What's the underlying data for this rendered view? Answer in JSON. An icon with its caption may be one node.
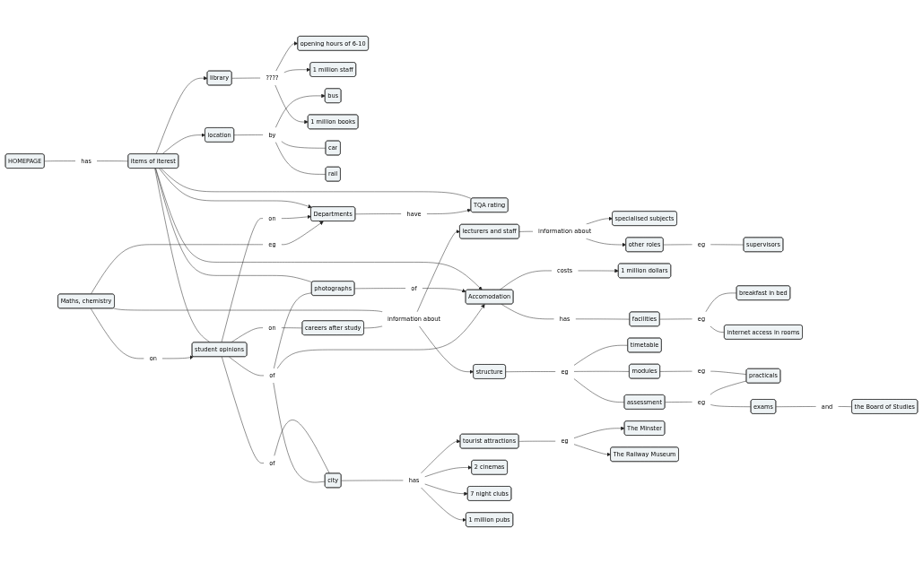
{
  "diagram": {
    "nodes": [
      {
        "text": [
          "specialised subjects"
        ]
      },
      {
        "text": [
          "opening hours of 6-10"
        ]
      },
      {
        "text": [
          "1 million staff"
        ]
      },
      {
        "text": [
          "bus"
        ]
      },
      {
        "text": [
          "1 million books"
        ]
      },
      {
        "text": [
          "other roles"
        ]
      },
      {
        "text": [
          "HOMEPAGE"
        ]
      },
      {
        "text": [
          "library"
        ]
      },
      {
        "text": [
          "car"
        ]
      },
      {
        "text": [
          "1 million dollars"
        ]
      },
      {
        "text": [
          "TQA rating"
        ]
      },
      {
        "text": [
          "location"
        ]
      },
      {
        "text": [
          "lecturers and staff"
        ]
      },
      {
        "text": [
          "supervisors"
        ]
      },
      {
        "text": [
          "items of iterest"
        ]
      },
      {
        "text": [
          "rail"
        ]
      },
      {
        "text": [
          "structure"
        ]
      },
      {
        "text": [
          "Departments"
        ]
      },
      {
        "text": [
          "photographs"
        ]
      },
      {
        "text": [
          "Accomodation"
        ]
      },
      {
        "text": [
          "student opinions"
        ]
      },
      {
        "text": [
          "facilities"
        ]
      },
      {
        "text": [
          "timetable"
        ]
      },
      {
        "text": [
          "assessment"
        ]
      },
      {
        "text": [
          "modules"
        ]
      },
      {
        "text": [
          "breakfast in bed"
        ]
      },
      {
        "text": [
          "internet access in rooms"
        ]
      },
      {
        "text": [
          "Maths, chemistry"
        ]
      },
      {
        "text": [
          "The Minster"
        ]
      },
      {
        "text": [
          "practicals"
        ]
      },
      {
        "text": [
          "exams"
        ]
      },
      {
        "text": [
          "The Railway Museum"
        ]
      },
      {
        "text": [
          "city"
        ]
      },
      {
        "text": [
          "tourist attractions"
        ]
      },
      {
        "text": [
          "2 cinemas"
        ]
      },
      {
        "text": [
          "the Board of Studies"
        ]
      },
      {
        "text": [
          "careers after study"
        ]
      },
      {
        "text": [
          "7 night clubs"
        ]
      },
      {
        "text": [
          "1 million pubs"
        ]
      },
      {
        "text": [
          "information about"
        ]
      },
      {
        "text": [
          "eg"
        ]
      },
      {
        "text": [
          "????"
        ]
      },
      {
        "text": [
          "by"
        ]
      },
      {
        "text": [
          "has"
        ]
      },
      {
        "text": [
          "have"
        ]
      },
      {
        "text": [
          "costs"
        ]
      },
      {
        "text": [
          "on"
        ]
      },
      {
        "text": [
          "of"
        ]
      },
      {
        "text": [
          "has"
        ]
      },
      {
        "text": [
          "eg"
        ]
      },
      {
        "text": [
          "information about"
        ]
      },
      {
        "text": [
          "eg"
        ]
      },
      {
        "text": [
          "on"
        ]
      },
      {
        "text": [
          "eg"
        ]
      },
      {
        "text": [
          "of"
        ]
      },
      {
        "text": [
          "on"
        ]
      },
      {
        "text": [
          "of"
        ]
      },
      {
        "text": [
          "eg"
        ]
      },
      {
        "text": [
          "eg"
        ]
      },
      {
        "text": [
          "eg"
        ]
      },
      {
        "text": [
          "and"
        ]
      },
      {
        "text": [
          "has"
        ]
      }
    ],
    "edges": [
      {
        "from": 12,
        "to": 39,
        "arrow": "none"
      },
      {
        "from": 39,
        "to": 0,
        "arrow": "to"
      },
      {
        "from": 39,
        "to": 5,
        "arrow": "to"
      },
      {
        "from": 5,
        "to": 40,
        "arrow": "none"
      },
      {
        "from": 40,
        "to": 13,
        "arrow": "none"
      },
      {
        "from": 7,
        "to": 41,
        "arrow": "none"
      },
      {
        "from": 41,
        "to": 1,
        "arrow": "to"
      },
      {
        "from": 41,
        "to": 2,
        "arrow": "to"
      },
      {
        "from": 41,
        "to": 4,
        "arrow": "to"
      },
      {
        "from": 11,
        "to": 42,
        "arrow": "none"
      },
      {
        "from": 42,
        "to": 3,
        "arrow": "to"
      },
      {
        "from": 42,
        "to": 8,
        "arrow": "none"
      },
      {
        "from": 42,
        "to": 15,
        "arrow": "none"
      },
      {
        "from": 6,
        "to": 43,
        "arrow": "none"
      },
      {
        "from": 43,
        "to": 14,
        "arrow": "none"
      },
      {
        "from": 14,
        "to": 10,
        "arrow": "none"
      },
      {
        "from": 14,
        "to": 7,
        "arrow": "to"
      },
      {
        "from": 14,
        "to": 11,
        "arrow": "to"
      },
      {
        "from": 14,
        "to": 17,
        "arrow": "to"
      },
      {
        "from": 14,
        "to": 19,
        "arrow": "to"
      },
      {
        "from": 14,
        "to": 18,
        "arrow": "none"
      },
      {
        "from": 14,
        "to": 20,
        "arrow": "none"
      },
      {
        "from": 17,
        "to": 44,
        "arrow": "none"
      },
      {
        "from": 44,
        "to": 10,
        "arrow": "to"
      },
      {
        "from": 19,
        "to": 45,
        "arrow": "none"
      },
      {
        "from": 45,
        "to": 9,
        "arrow": "to"
      },
      {
        "from": 20,
        "to": 46,
        "arrow": "none"
      },
      {
        "from": 46,
        "to": 17,
        "arrow": "to"
      },
      {
        "from": 18,
        "to": 47,
        "arrow": "none"
      },
      {
        "from": 47,
        "to": 19,
        "arrow": "to"
      },
      {
        "from": 19,
        "to": 48,
        "arrow": "none"
      },
      {
        "from": 48,
        "to": 21,
        "arrow": "none"
      },
      {
        "from": 16,
        "to": 49,
        "arrow": "none"
      },
      {
        "from": 49,
        "to": 22,
        "arrow": "none"
      },
      {
        "from": 49,
        "to": 24,
        "arrow": "none"
      },
      {
        "from": 49,
        "to": 23,
        "arrow": "none"
      },
      {
        "from": 27,
        "to": 50,
        "arrow": "none"
      },
      {
        "from": 36,
        "to": 50,
        "arrow": "none"
      },
      {
        "from": 50,
        "to": 16,
        "arrow": "to"
      },
      {
        "from": 50,
        "to": 12,
        "arrow": "to"
      },
      {
        "from": 27,
        "to": 51,
        "arrow": "none"
      },
      {
        "from": 51,
        "to": 17,
        "arrow": "to"
      },
      {
        "from": 27,
        "to": 52,
        "arrow": "none"
      },
      {
        "from": 52,
        "to": 20,
        "arrow": "to"
      },
      {
        "from": 21,
        "to": 53,
        "arrow": "none"
      },
      {
        "from": 53,
        "to": 25,
        "arrow": "none"
      },
      {
        "from": 53,
        "to": 26,
        "arrow": "none"
      },
      {
        "from": 20,
        "to": 54,
        "arrow": "none"
      },
      {
        "from": 54,
        "to": 32,
        "arrow": "none"
      },
      {
        "from": 20,
        "to": 55,
        "arrow": "none"
      },
      {
        "from": 55,
        "to": 36,
        "arrow": "none"
      },
      {
        "from": 20,
        "to": 56,
        "arrow": "none"
      },
      {
        "from": 56,
        "to": 18,
        "arrow": "none"
      },
      {
        "from": 56,
        "to": 32,
        "arrow": "none"
      },
      {
        "from": 56,
        "to": 19,
        "arrow": "to"
      },
      {
        "from": 24,
        "to": 57,
        "arrow": "none"
      },
      {
        "from": 57,
        "to": 29,
        "arrow": "none"
      },
      {
        "from": 23,
        "to": 58,
        "arrow": "none"
      },
      {
        "from": 58,
        "to": 29,
        "arrow": "none"
      },
      {
        "from": 58,
        "to": 30,
        "arrow": "none"
      },
      {
        "from": 33,
        "to": 59,
        "arrow": "none"
      },
      {
        "from": 59,
        "to": 28,
        "arrow": "to"
      },
      {
        "from": 59,
        "to": 31,
        "arrow": "to"
      },
      {
        "from": 30,
        "to": 60,
        "arrow": "none"
      },
      {
        "from": 60,
        "to": 35,
        "arrow": "none"
      },
      {
        "from": 32,
        "to": 61,
        "arrow": "none"
      },
      {
        "from": 61,
        "to": 33,
        "arrow": "to"
      },
      {
        "from": 61,
        "to": 34,
        "arrow": "to"
      },
      {
        "from": 61,
        "to": 37,
        "arrow": "to"
      },
      {
        "from": 61,
        "to": 38,
        "arrow": "to"
      }
    ]
  }
}
